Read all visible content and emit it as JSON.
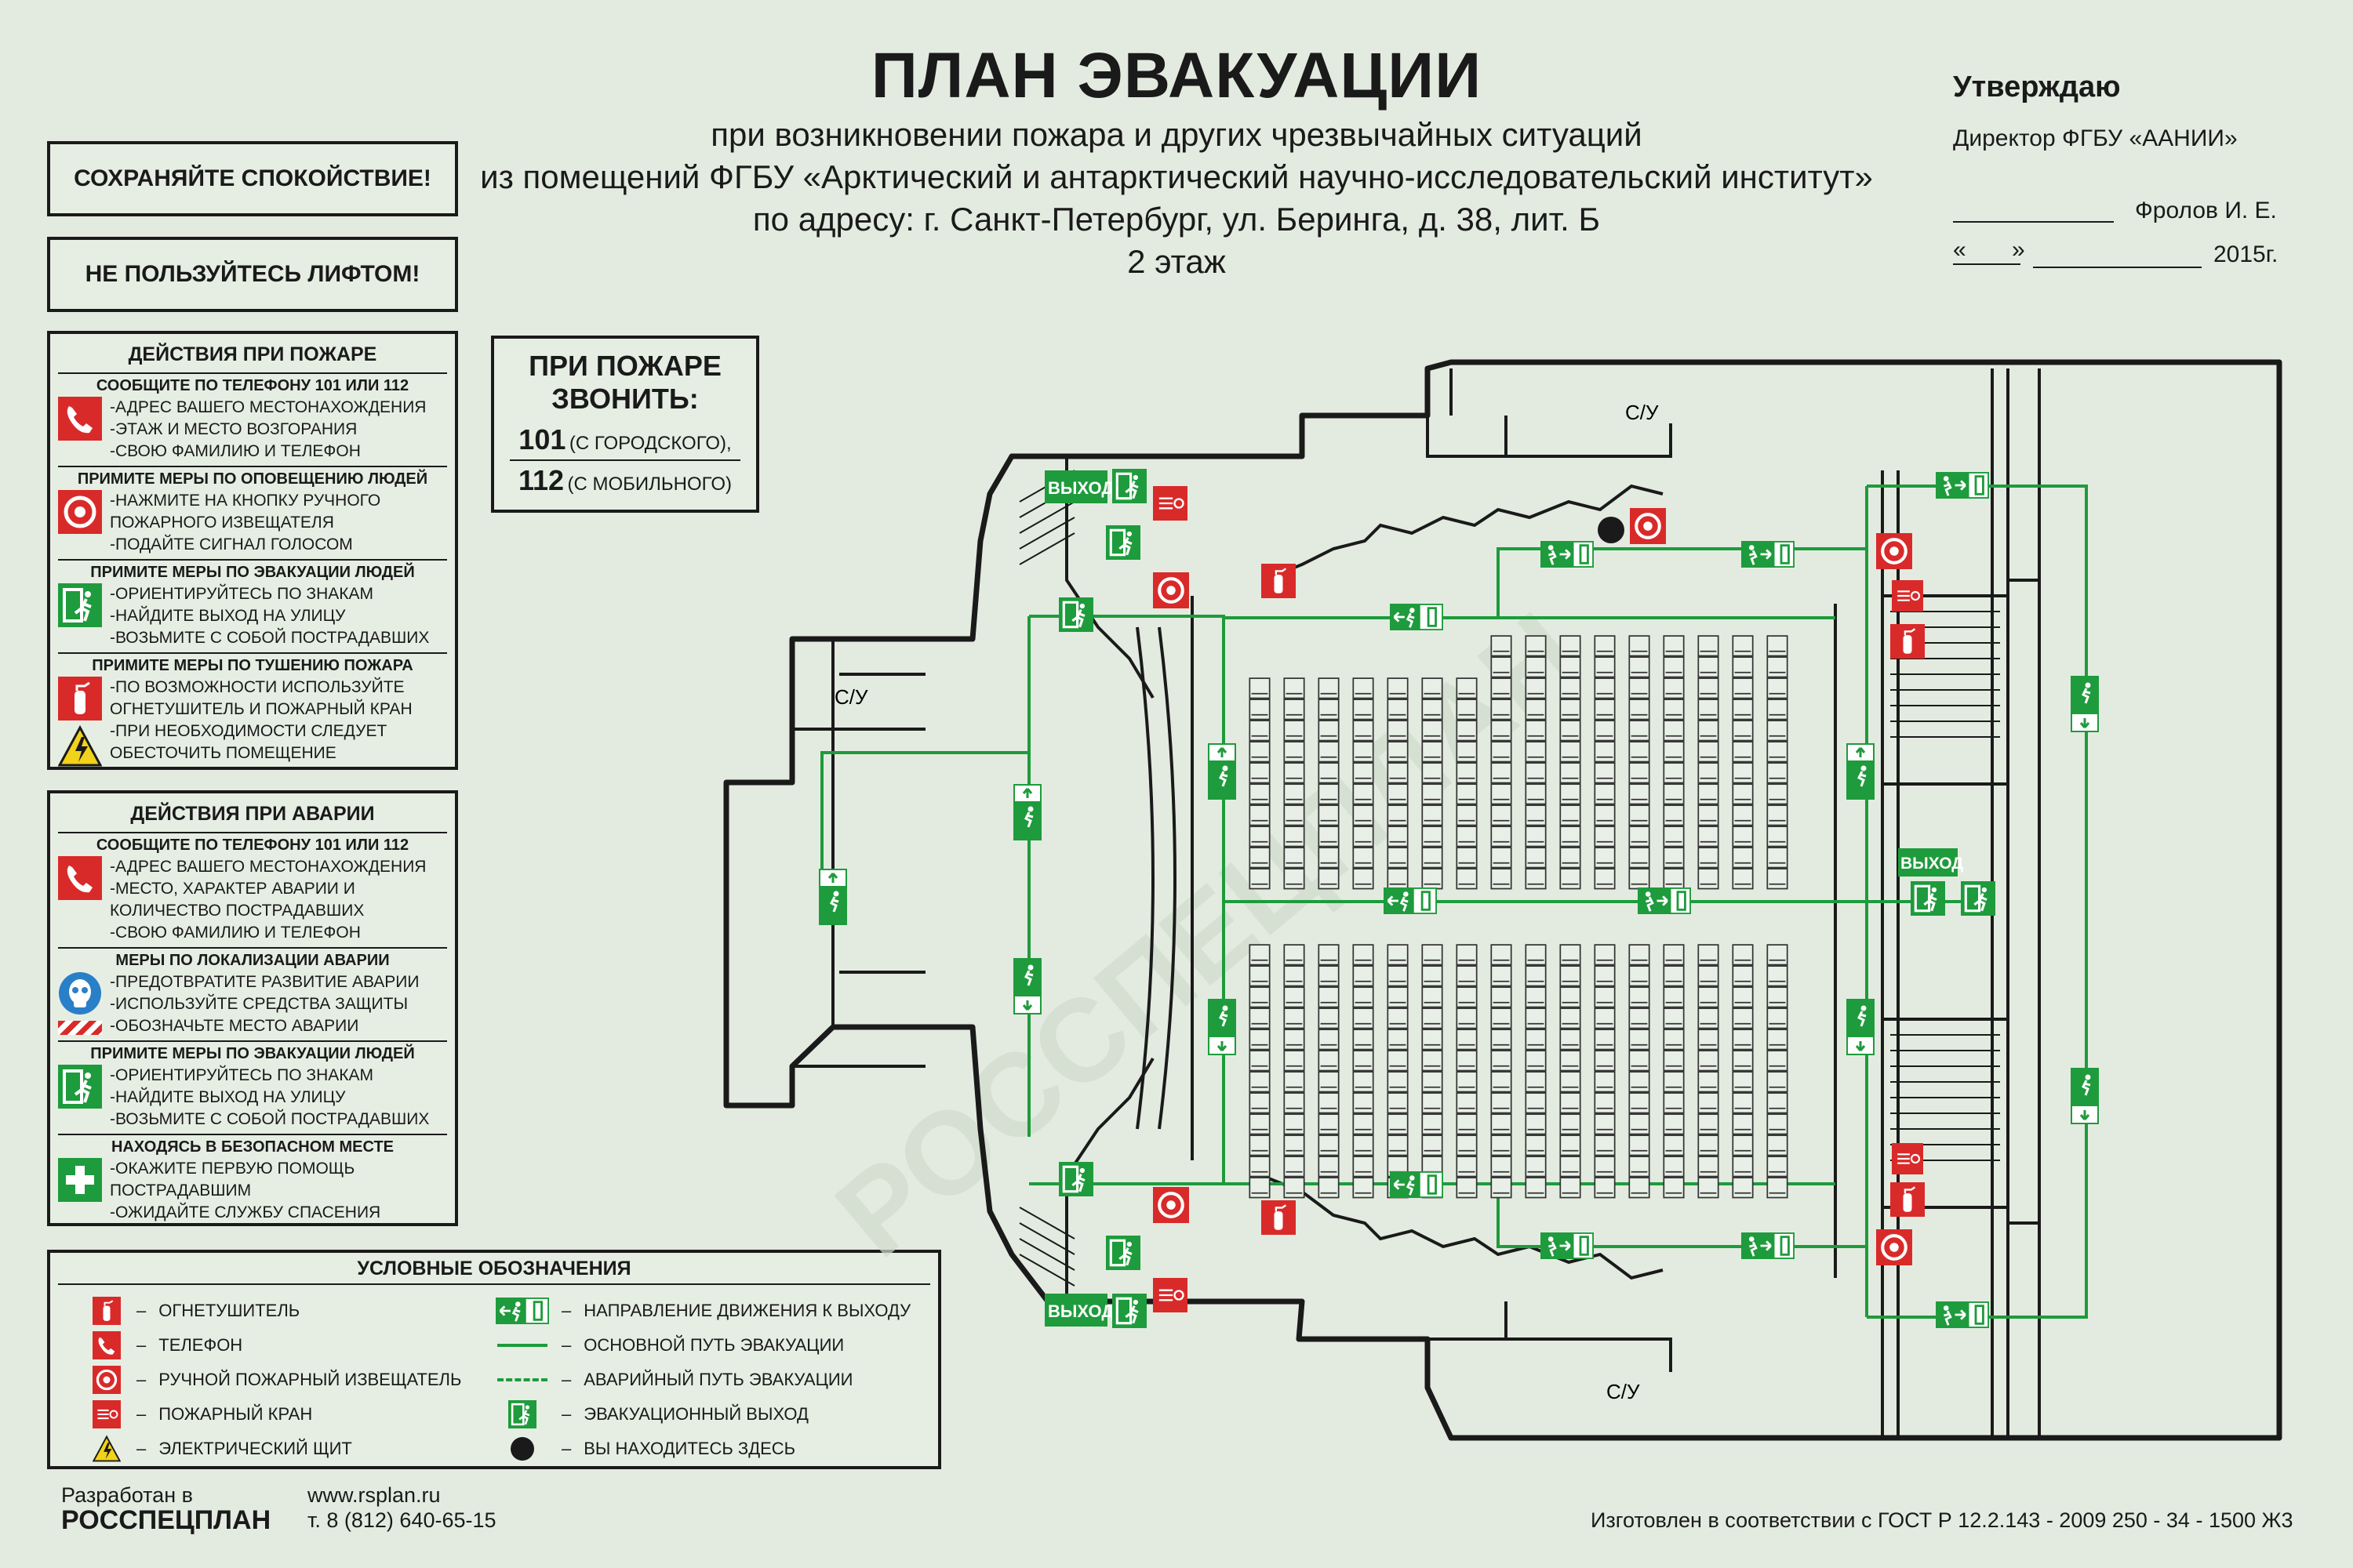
{
  "header": {
    "title": "ПЛАН ЭВАКУАЦИИ",
    "line1": "при возникновении пожара и других чрезвычайных ситуаций",
    "line2": "из помещений ФГБУ «Арктический и антарктический научно-исследовательский институт»",
    "line3": "по адресу: г. Санкт-Петербург, ул. Беринга, д. 38, лит. Б",
    "floor": "2 этаж"
  },
  "approval": {
    "approve": "Утверждаю",
    "position": "Директор ФГБУ «ААНИИ»",
    "name": "Фролов И. Е.",
    "date_quotes": "«       »",
    "year": "2015г."
  },
  "warnings": {
    "calm": "СОХРАНЯЙТЕ  СПОКОЙСТВИЕ!",
    "elevator": "НЕ ПОЛЬЗУЙТЕСЬ ЛИФТОМ!"
  },
  "fire_panel": {
    "title": "ДЕЙСТВИЯ ПРИ ПОЖАРЕ",
    "sections": [
      {
        "header": "СООБЩИТЕ ПО ТЕЛЕФОНУ  101 ИЛИ 112",
        "icon": "phone-icon",
        "lines": [
          "-АДРЕС ВАШЕГО МЕСТОНАХОЖДЕНИЯ",
          "-ЭТАЖ И МЕСТО ВОЗГОРАНИЯ",
          "-СВОЮ ФАМИЛИЮ И  ТЕЛЕФОН"
        ]
      },
      {
        "header": "ПРИМИТЕ МЕРЫ ПО ОПОВЕЩЕНИЮ ЛЮДЕЙ",
        "icon": "alarm-button-icon",
        "lines": [
          "-НАЖМИТЕ НА КНОПКУ РУЧНОГО",
          "  ПОЖАРНОГО ИЗВЕЩАТЕЛЯ",
          "-ПОДАЙТЕ СИГНАЛ ГОЛОСОМ"
        ]
      },
      {
        "header": "ПРИМИТЕ МЕРЫ ПО ЭВАКУАЦИИ ЛЮДЕЙ",
        "icon": "exit-icon",
        "lines": [
          "-ОРИЕНТИРУЙТЕСЬ ПО ЗНАКАМ",
          "-НАЙДИТЕ ВЫХОД НА УЛИЦУ",
          "-ВОЗЬМИТЕ С СОБОЙ ПОСТРАДАВШИХ"
        ]
      },
      {
        "header": "ПРИМИТЕ МЕРЫ ПО ТУШЕНИЮ ПОЖАРА",
        "icon": "extinguisher-icon",
        "lines": [
          "-ПО ВОЗМОЖНОСТИ ИСПОЛЬЗУЙТЕ",
          "  ОГНЕТУШИТЕЛЬ И ПОЖАРНЫЙ КРАН",
          "-ПРИ НЕОБХОДИМОСТИ СЛЕДУЕТ",
          "  ОБЕСТОЧИТЬ ПОМЕЩЕНИЕ"
        ]
      }
    ]
  },
  "accident_panel": {
    "title": "ДЕЙСТВИЯ ПРИ АВАРИИ",
    "sections": [
      {
        "header": "СООБЩИТЕ ПО ТЕЛЕФОНУ  101 ИЛИ 112",
        "icon": "phone-icon",
        "lines": [
          "-АДРЕС ВАШЕГО МЕСТОНАХОЖДЕНИЯ",
          "-МЕСТО, ХАРАКТЕР АВАРИИ И",
          "  КОЛИЧЕСТВО ПОСТРАДАВШИХ",
          "-СВОЮ ФАМИЛИЮ И  ТЕЛЕФОН"
        ]
      },
      {
        "header": "МЕРЫ ПО ЛОКАЛИЗАЦИИ АВАРИИ",
        "icon": "protection-icon",
        "lines": [
          "-ПРЕДОТВРАТИТЕ РАЗВИТИЕ АВАРИИ",
          "-ИСПОЛЬЗУЙТЕ СРЕДСТВА ЗАЩИТЫ",
          "-ОБОЗНАЧЬТЕ МЕСТО АВАРИИ"
        ]
      },
      {
        "header": "ПРИМИТЕ МЕРЫ ПО ЭВАКУАЦИИ ЛЮДЕЙ",
        "icon": "exit-icon",
        "lines": [
          "-ОРИЕНТИРУЙТЕСЬ ПО ЗНАКАМ",
          "-НАЙДИТЕ ВЫХОД НА УЛИЦУ",
          "-ВОЗЬМИТЕ С СОБОЙ ПОСТРАДАВШИХ"
        ]
      },
      {
        "header": "НАХОДЯСЬ В БЕЗОПАСНОМ МЕСТЕ",
        "icon": "first-aid-icon",
        "lines": [
          "-ОКАЖИТЕ ПЕРВУЮ ПОМОЩЬ",
          "  ПОСТРАДАВШИМ",
          "-ОЖИДАЙТЕ СЛУЖБУ СПАСЕНИЯ"
        ]
      }
    ]
  },
  "call_box": {
    "line1": "ПРИ ПОЖАРЕ",
    "line2": "ЗВОНИТЬ:",
    "n1": "101",
    "n1_note": "(С ГОРОДСКОГО),",
    "n2": "112",
    "n2_note": "(С МОБИЛЬНОГО)"
  },
  "legend": {
    "title": "УСЛОВНЫЕ ОБОЗНАЧЕНИЯ",
    "left": [
      {
        "icon": "extinguisher-icon",
        "label": "ОГНЕТУШИТЕЛЬ"
      },
      {
        "icon": "phone-icon",
        "label": "ТЕЛЕФОН"
      },
      {
        "icon": "alarm-button-icon",
        "label": "РУЧНОЙ ПОЖАРНЫЙ ИЗВЕЩАТЕЛЬ"
      },
      {
        "icon": "fire-hydrant-icon",
        "label": "ПОЖАРНЫЙ КРАН"
      },
      {
        "icon": "electric-panel-icon",
        "label": "ЭЛЕКТРИЧЕСКИЙ ЩИТ"
      }
    ],
    "right": [
      {
        "icon": "direction-arrow-icon",
        "label": "НАПРАВЛЕНИЕ ДВИЖЕНИЯ К ВЫХОДУ"
      },
      {
        "icon": "main-path-icon",
        "label": "ОСНОВНОЙ ПУТЬ ЭВАКУАЦИИ"
      },
      {
        "icon": "emergency-path-icon",
        "label": "АВАРИЙНЫЙ ПУТЬ ЭВАКУАЦИИ"
      },
      {
        "icon": "exit-icon",
        "label": "ЭВАКУАЦИОННЫЙ ВЫХОД"
      },
      {
        "icon": "you-are-here-icon",
        "label": "ВЫ НАХОДИТЕСЬ ЗДЕСЬ"
      }
    ],
    "dash": "–"
  },
  "plan": {
    "su": "С/У",
    "exit": "ВЫХОД"
  },
  "footer": {
    "dev": "Разработан в",
    "company": "РОССПЕЦПЛАН",
    "site": "www.rsplan.ru",
    "phone": "т. 8 (812) 640-65-15",
    "gost": "Изготовлен в соответствии с ГОСТ Р 12.2.143 - 2009 250 - 34 - 1500 Ж3",
    "watermark": "РОССПЕЦПЛАН"
  },
  "colors": {
    "green": "#1e9b3c",
    "red": "#d92a2a",
    "wall": "#1a1a1a",
    "background": "#e3ebe0"
  }
}
